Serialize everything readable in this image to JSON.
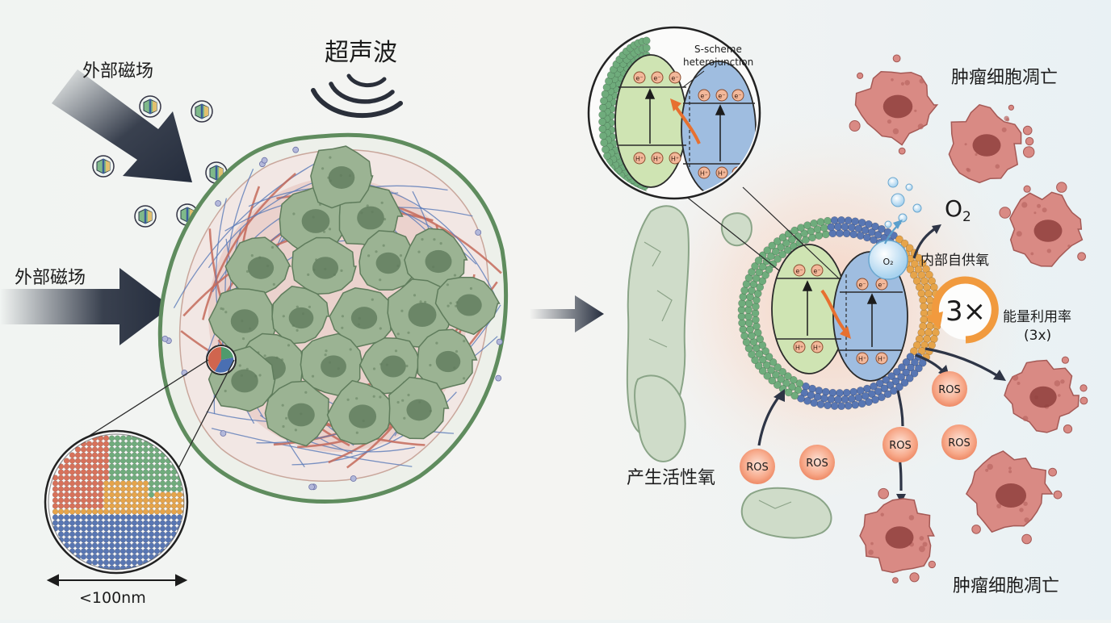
{
  "labels": {
    "ultrasound": "超声波",
    "magnetic_field_top": "外部磁场",
    "magnetic_field_left": "外部磁场",
    "size": "<100nm",
    "s_scheme_line1": "S-scheme",
    "s_scheme_line2": "heterojunction",
    "apoptosis_top": "肿瘤细胞凋亡",
    "apoptosis_bottom": "肿瘤细胞凋亡",
    "o2_main": "O",
    "o2_sub": "2",
    "o2_bubble": "O₂",
    "self_oxygen": "内部自供氧",
    "efficiency_badge": "3×",
    "efficiency_label": "能量利用率",
    "efficiency_value": "(3x)",
    "ros_generation": "产生活性氧",
    "ros": "ROS",
    "electron": "e⁻",
    "hole": "H⁺"
  },
  "colors": {
    "arrow_dark": "#252d3d",
    "tumor_green": "#94ad8f",
    "fiber_red": "#c46a5a",
    "fiber_blue": "#5a7ab8",
    "band_green": "#c7dfae",
    "band_blue": "#8fb0d6",
    "ros_orange": "#f39a70",
    "dead_cell": "#d47e7a",
    "badge_orange": "#f19a3e"
  }
}
